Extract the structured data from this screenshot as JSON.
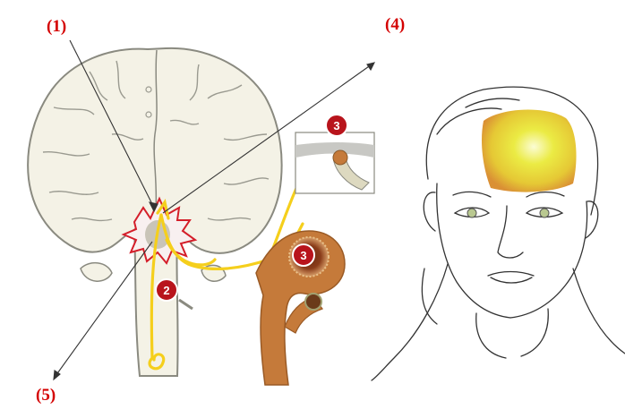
{
  "labels": {
    "one": "(1)",
    "four": "(4)",
    "five": "(5)"
  },
  "markers": {
    "two": "2",
    "three_top": "3",
    "three_mid": "3"
  },
  "colors": {
    "label_red": "#d40000",
    "marker_red": "#b8141c",
    "pathway_yellow": "#f5cf1c",
    "brain_fill": "#f4f2e6",
    "brain_stroke": "#8a8a80",
    "vessel_orange": "#c57a3a",
    "pain_glow": "#f0e43a"
  },
  "icons": [
    "brain-coronal-section",
    "pain-burst",
    "nerve-pathway",
    "blood-vessel",
    "face-outline"
  ]
}
